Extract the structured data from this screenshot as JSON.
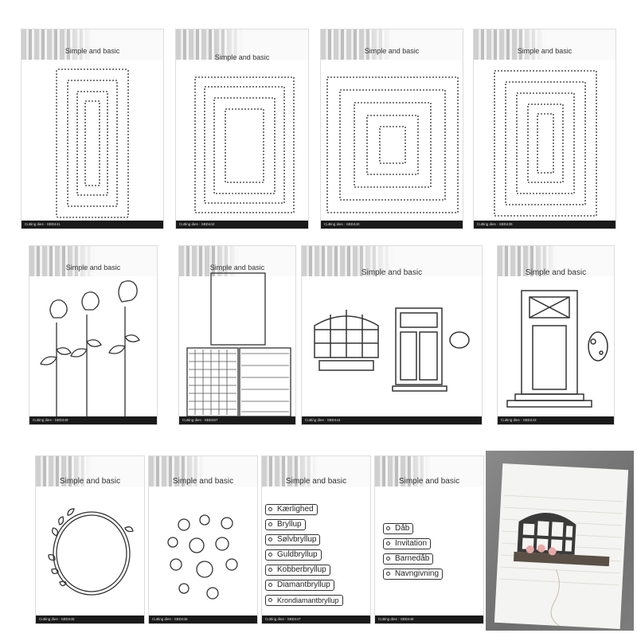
{
  "brand": "Simple and basic",
  "cards": [
    {
      "footer": "Cutting dies - SBD441"
    },
    {
      "footer": "Cutting dies - SBD442"
    },
    {
      "footer": "Cutting dies - SBD440"
    },
    {
      "footer": "Cutting dies - SBD439"
    },
    {
      "footer": "Cutting dies - SBD449"
    },
    {
      "footer": "Cutting dies - SBD457"
    },
    {
      "footer": "Cutting dies - SBD444"
    },
    {
      "footer": "Cutting dies - SBD443"
    },
    {
      "footer": "Cutting dies - SBD445"
    },
    {
      "footer": "Cutting dies - SBD446"
    },
    {
      "footer": "Cutting dies - SBD447"
    },
    {
      "footer": "Cutting dies - SBD448"
    }
  ],
  "labels_set1": [
    "Kærlighed",
    "Bryllup",
    "Sølvbryllup",
    "Guldbryllup",
    "Kobberbryllup",
    "Diamantbryllup",
    "Krondiamantbryllup"
  ],
  "labels_set2": [
    "Dåb",
    "Invitation",
    "Barnedåb",
    "Navngivning"
  ],
  "colors": {
    "footer": "#1a1a1a",
    "ink": "#333333"
  }
}
